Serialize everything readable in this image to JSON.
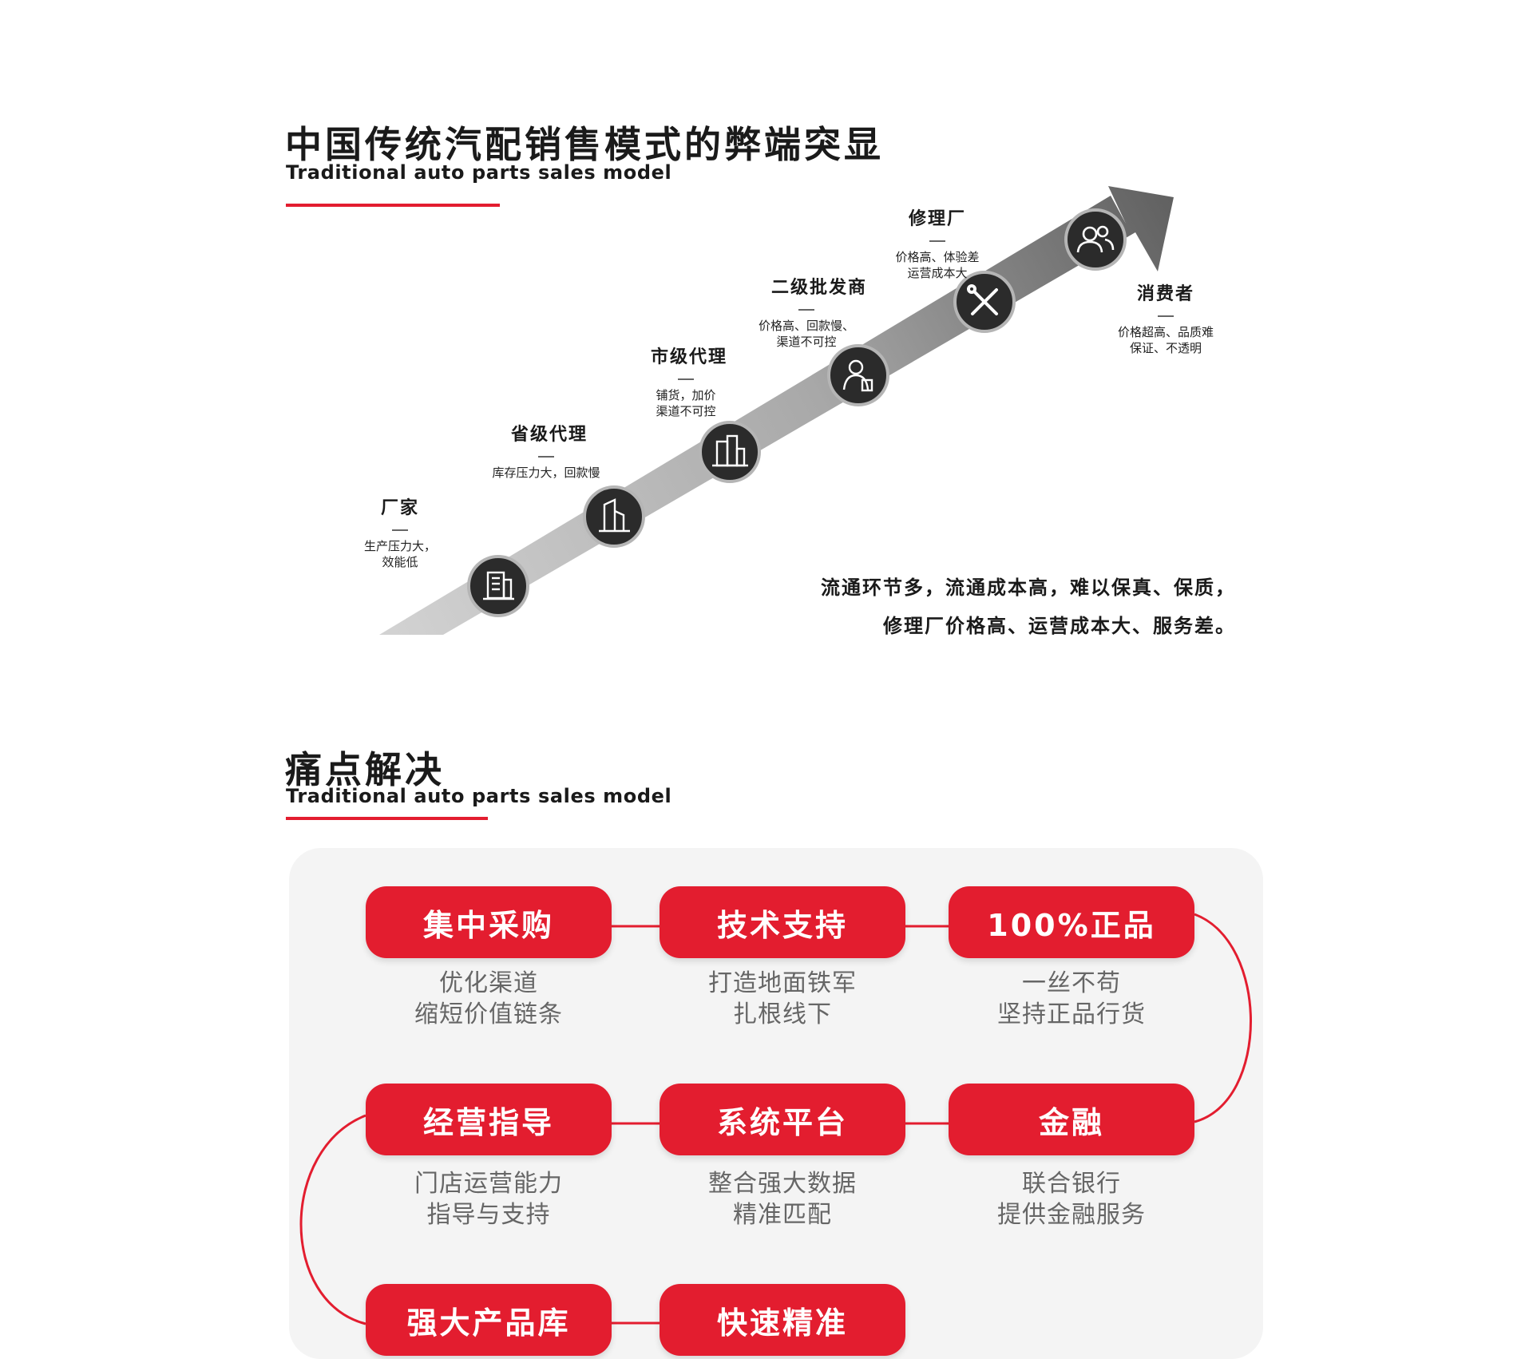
{
  "section1": {
    "title": "中国传统汽配销售模式的弊端突显",
    "subtitle": "Traditional auto parts sales model",
    "summary_line1": "流通环节多，流通成本高，难以保真、保质，",
    "summary_line2": "修理厂价格高、运营成本大、服务差。",
    "nodes": [
      {
        "name": "厂家",
        "desc": "生产压力大，\n效能低",
        "icon": "office-building-icon"
      },
      {
        "name": "省级代理",
        "desc": "库存压力大，回款慢",
        "icon": "skyscraper-icon"
      },
      {
        "name": "市级代理",
        "desc": "铺货，加价\n渠道不可控",
        "icon": "city-buildings-icon"
      },
      {
        "name": "二级批发商",
        "desc": "价格高、回款慢、\n渠道不可控",
        "icon": "dealer-person-icon"
      },
      {
        "name": "修理厂",
        "desc": "价格高、体验差\n运营成本大",
        "icon": "wrench-screwdriver-icon"
      },
      {
        "name": "消费者",
        "desc": "价格超高、品质难\n保证、不透明",
        "icon": "users-icon"
      }
    ]
  },
  "section2": {
    "title": "痛点解决",
    "subtitle": "Traditional auto parts sales model",
    "items": [
      {
        "title": "集中采购",
        "line1": "优化渠道",
        "line2": "缩短价值链条"
      },
      {
        "title": "技术支持",
        "line1": "打造地面铁军",
        "line2": "扎根线下"
      },
      {
        "title": "100%正品",
        "line1": "一丝不苟",
        "line2": "坚持正品行货"
      },
      {
        "title": "经营指导",
        "line1": "门店运营能力",
        "line2": "指导与支持"
      },
      {
        "title": "系统平台",
        "line1": "整合强大数据",
        "line2": "精准匹配"
      },
      {
        "title": "金融",
        "line1": "联合银行",
        "line2": "提供金融服务"
      },
      {
        "title": "强大产品库",
        "line1": "",
        "line2": ""
      },
      {
        "title": "快速精准",
        "line1": "",
        "line2": ""
      }
    ]
  },
  "colors": {
    "accent": "#e31d2f",
    "band_light": "#d0d0d0",
    "band_dark": "#6a6a6a",
    "node_circle": "#2b2b2b",
    "panel_bg": "#f4f4f4",
    "caption": "#666666"
  }
}
